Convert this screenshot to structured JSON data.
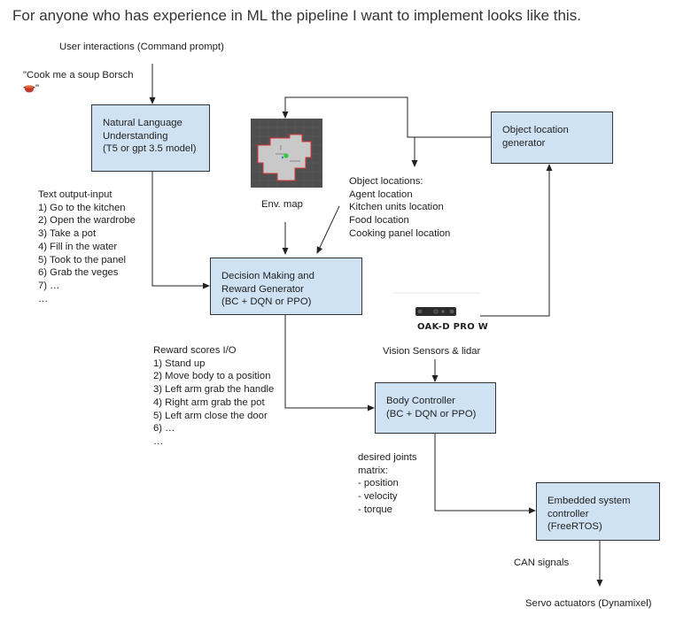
{
  "heading": "For anyone who has experience in ML the pipeline I want to implement looks like this.",
  "user_interactions": "User interactions (Command prompt)",
  "prompt_example": {
    "line1": "\"Cook me a soup Borsch",
    "line2_suffix": "\"",
    "emoji_icon": "soup-pot-icon"
  },
  "boxes": {
    "nlu": [
      "Natural Language",
      "Understanding",
      "(T5 or gpt 3.5 model)"
    ],
    "object_location": [
      "Object location",
      "generator"
    ],
    "decision": [
      "Decision Making and",
      "Reward Generator",
      "(BC + DQN or PPO)"
    ],
    "body": [
      "Body Controller",
      "(BC + DQN or PPO)"
    ],
    "embedded": [
      "Embedded system",
      "controller",
      "(FreeRTOS)"
    ]
  },
  "text_output": [
    "Text output-input",
    "1) Go to the kitchen",
    "2) Open the wardrobe",
    "3) Take a pot",
    "4) Fill in the water",
    "5) Took to the panel",
    "6) Grab the veges",
    "7) …",
    "…"
  ],
  "env_map_label": "Env. map",
  "object_locations": [
    "Object locations:",
    "Agent location",
    "Kitchen units location",
    "Food location",
    "Cooking panel location"
  ],
  "camera_label": "OAK-D PRO W",
  "vision_label": "Vision Sensors & lidar",
  "reward_scores": [
    "Reward scores I/O",
    "1) Stand up",
    "2) Move body to a position",
    "3) Left arm grab the handle",
    "4) Right arm grab the pot",
    "5) Left arm close the door",
    "6) …",
    "…"
  ],
  "desired_joints": [
    "desired joints",
    "matrix:",
    "- position",
    "- velocity",
    "- torque"
  ],
  "can_label": "CAN signals",
  "servo_label": "Servo actuators (Dynamixel)",
  "colors": {
    "box_fill": "#cfe2f3",
    "line": "#333333"
  }
}
